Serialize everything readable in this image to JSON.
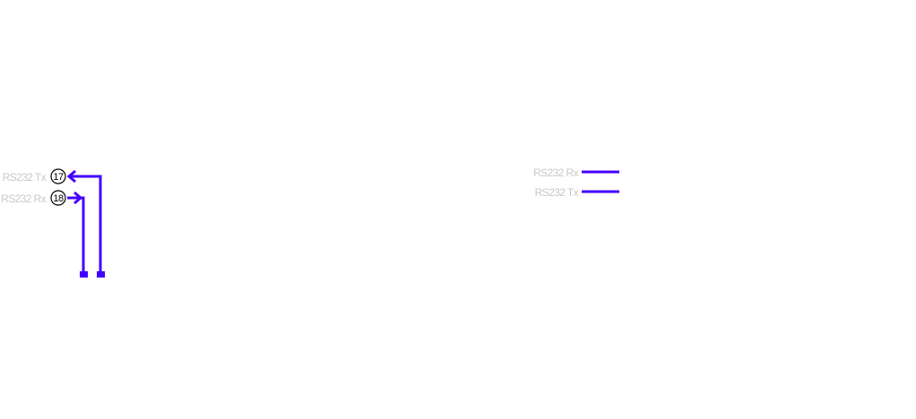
{
  "colors": {
    "wire": "#4400ff",
    "label": "#c8c8c8"
  },
  "left_connector": {
    "pins": [
      {
        "number": "17",
        "label": "RS232 Tx",
        "direction": "in"
      },
      {
        "number": "18",
        "label": "RS232 Rx",
        "direction": "out"
      }
    ]
  },
  "right_connector": {
    "pins": [
      {
        "label": "RS232 Rx"
      },
      {
        "label": "RS232 Tx"
      }
    ]
  }
}
